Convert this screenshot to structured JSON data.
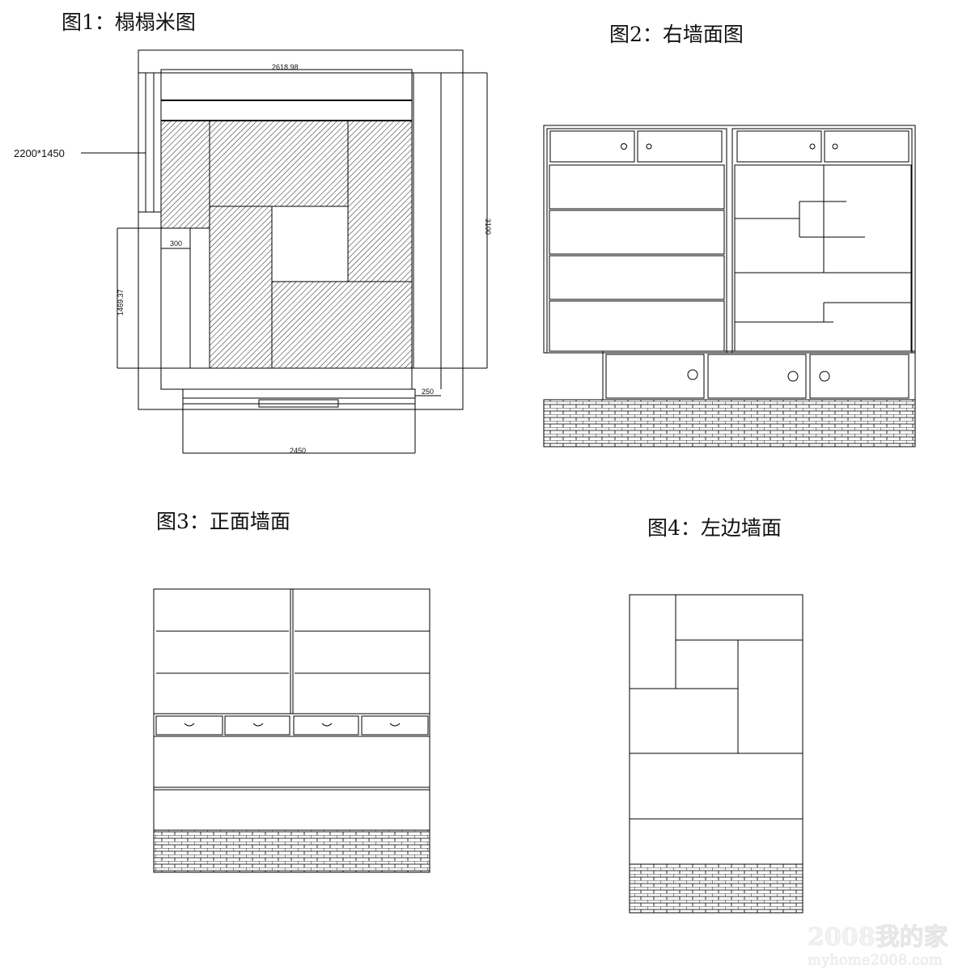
{
  "figures": {
    "fig1": {
      "title": "图1：榻榻米图",
      "dims": {
        "top": "2618.98",
        "right": "3100",
        "left": "1469.37",
        "inner": "300",
        "corner": "250",
        "bottom": "2450"
      },
      "callout": "2200*1450"
    },
    "fig2": {
      "title": "图2：右墙面图"
    },
    "fig3": {
      "title": "图3：正面墙面"
    },
    "fig4": {
      "title": "图4：左边墙面"
    }
  },
  "watermark": {
    "line1": "2008我的家",
    "line2": "myhome2008.com"
  }
}
